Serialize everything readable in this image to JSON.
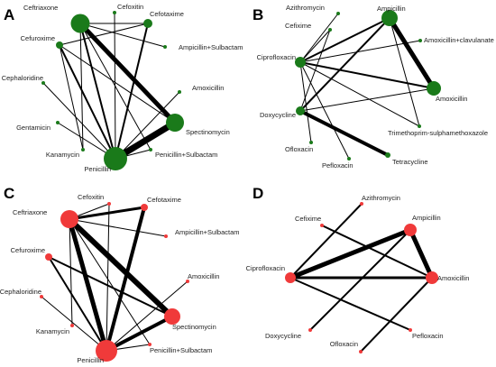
{
  "panels": [
    {
      "letter": "A",
      "color": "#1a7a1a",
      "nodes": [
        {
          "id": "ceftriaxone",
          "label": "Ceftriaxone"
        },
        {
          "id": "cefoxitin",
          "label": "Cefoxitin"
        },
        {
          "id": "cefotaxime",
          "label": "Cefotaxime"
        },
        {
          "id": "cefuroxime",
          "label": "Cefuroxime"
        },
        {
          "id": "ampicillin-sulbactam",
          "label": "Ampicillin+Sulbactam"
        },
        {
          "id": "cephaloridine",
          "label": "Cephaloridine"
        },
        {
          "id": "amoxicillin",
          "label": "Amoxicillin"
        },
        {
          "id": "gentamicin",
          "label": "Gentamicin"
        },
        {
          "id": "spectinomycin",
          "label": "Spectinomycin"
        },
        {
          "id": "kanamycin",
          "label": "Kanamycin"
        },
        {
          "id": "penicillin-sulbactam",
          "label": "Penicillin+Sulbactam"
        },
        {
          "id": "penicillin",
          "label": "Penicillin"
        }
      ]
    },
    {
      "letter": "B",
      "color": "#1a7a1a",
      "nodes": [
        {
          "id": "azithromycin",
          "label": "Azithromycin"
        },
        {
          "id": "ampicillin",
          "label": "Ampicillin"
        },
        {
          "id": "cefixime",
          "label": "Cefixime"
        },
        {
          "id": "amoxicillin-clavulanate",
          "label": "Amoxicillin+clavulanate"
        },
        {
          "id": "ciprofloxacin",
          "label": "Ciprofloxacin"
        },
        {
          "id": "amoxicillin",
          "label": "Amoxicillin"
        },
        {
          "id": "doxycycline",
          "label": "Doxycycline"
        },
        {
          "id": "trimethoprim-sulphamethoxazole",
          "label": "Trimethoprim-sulphamethoxazole"
        },
        {
          "id": "ofloxacin",
          "label": "Ofloxacin"
        },
        {
          "id": "pefloxacin",
          "label": "Pefloxacin"
        },
        {
          "id": "tetracycline",
          "label": "Tetracycline"
        }
      ]
    },
    {
      "letter": "C",
      "color": "#f03a3a",
      "nodes": [
        {
          "id": "cefoxitin",
          "label": "Cefoxitin"
        },
        {
          "id": "ceftriaxone",
          "label": "Ceftriaxone"
        },
        {
          "id": "cefotaxime",
          "label": "Cefotaxime"
        },
        {
          "id": "ampicillin-sulbactam",
          "label": "Ampicillin+Sulbactam"
        },
        {
          "id": "cefuroxime",
          "label": "Cefuroxime"
        },
        {
          "id": "amoxicillin",
          "label": "Amoxicillin"
        },
        {
          "id": "cephaloridine",
          "label": "Cephaloridine"
        },
        {
          "id": "spectinomycin",
          "label": "Spectinomycin"
        },
        {
          "id": "kanamycin",
          "label": "Kanamycin"
        },
        {
          "id": "penicillin-sulbactam",
          "label": "Penicillin+Sulbactam"
        },
        {
          "id": "penicillin",
          "label": "Penicillin"
        }
      ]
    },
    {
      "letter": "D",
      "color": "#f03a3a",
      "nodes": [
        {
          "id": "azithromycin",
          "label": "Azithromycin"
        },
        {
          "id": "cefixime",
          "label": "Cefixime"
        },
        {
          "id": "ampicillin",
          "label": "Ampicillin"
        },
        {
          "id": "ciprofloxacin",
          "label": "Ciprofloxacin"
        },
        {
          "id": "amoxicillin",
          "label": "Amoxicillin"
        },
        {
          "id": "doxycycline",
          "label": "Doxycycline"
        },
        {
          "id": "pefloxacin",
          "label": "Pefloxacin"
        },
        {
          "id": "ofloxacin",
          "label": "Ofloxacin"
        }
      ]
    }
  ]
}
